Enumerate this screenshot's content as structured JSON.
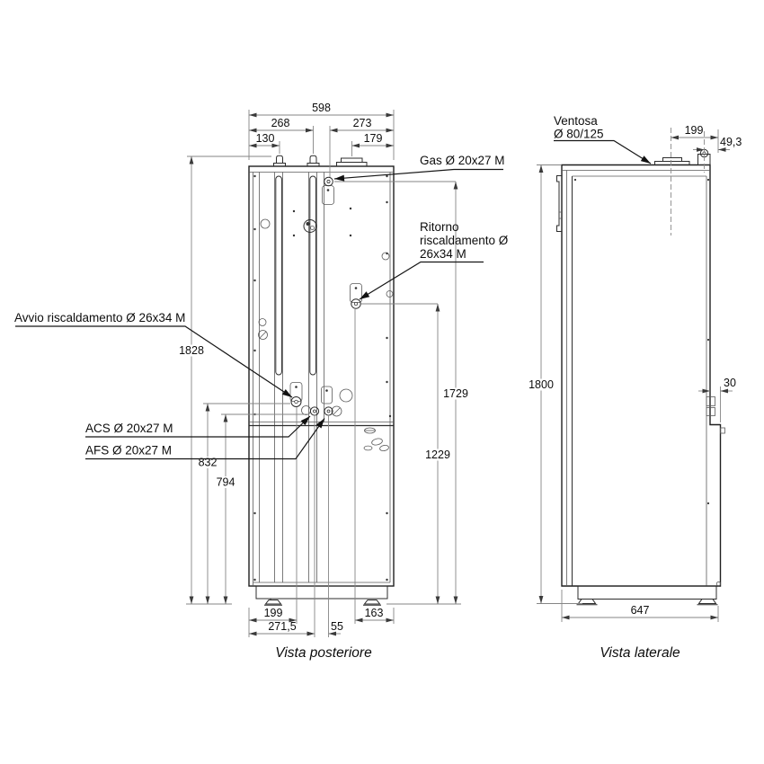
{
  "meta": {
    "background_color": "#ffffff",
    "object_line_color": "#1f1f1f",
    "dimension_line_color": "#858585",
    "drawing_type": "boiler dimensional drawing"
  },
  "rear_view": {
    "caption": "Vista posteriore",
    "dim_598": "598",
    "dim_268": "268",
    "dim_130": "130",
    "dim_273": "273",
    "dim_179": "179",
    "dim_1828": "1828",
    "dim_832": "832",
    "dim_794": "794",
    "dim_1729": "1729",
    "dim_1229": "1229",
    "dim_199": "199",
    "dim_271_5": "271,5",
    "dim_55": "55",
    "dim_163": "163",
    "label_gas": "Gas Ø 20x27 M",
    "label_ritorno_line1": "Ritorno",
    "label_ritorno_line2": "riscaldamento Ø",
    "label_ritorno_line3": "26x34 M",
    "label_avvio": "Avvio riscaldamento Ø 26x34 M",
    "label_acs": "ACS Ø 20x27 M",
    "label_afs": "AFS Ø 20x27 M"
  },
  "side_view": {
    "caption": "Vista laterale",
    "label_ventosa_line1": "Ventosa",
    "label_ventosa_line2": "Ø 80/125",
    "dim_199": "199",
    "dim_49_3": "49,3",
    "dim_1800": "1800",
    "dim_30": "30",
    "dim_647": "647"
  }
}
